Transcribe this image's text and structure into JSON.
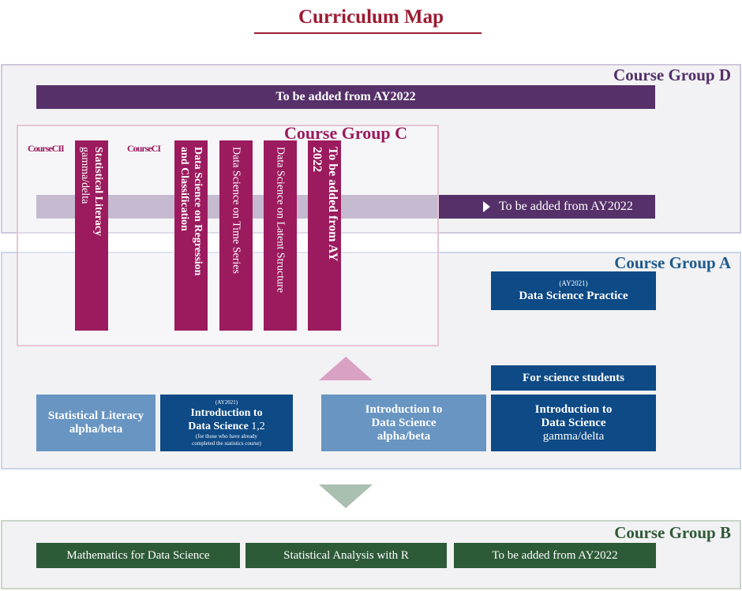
{
  "title": "Curriculum Map",
  "groups": {
    "d": {
      "label": "Course Group D",
      "bar_top": "To be added from AY2022",
      "bar_bottom": "To be added from AY2022"
    },
    "c": {
      "label": "Course Group C",
      "tag_c2": "CourseCII",
      "tag_c1": "CourseCI",
      "columns": [
        {
          "line1": "Statistical Literacy",
          "line2": "gamma/delta"
        },
        {
          "line1": "Data Science on Regression",
          "line2": "and Classification"
        },
        {
          "line1": "Data Science on Time Series"
        },
        {
          "line1": "Data Science on Latent Structure"
        },
        {
          "line1": "To be added from AY",
          "line2": "2022"
        }
      ]
    },
    "a": {
      "label": "Course Group A",
      "practice": {
        "year": "(AY2021)",
        "name": "Data Science Practice"
      },
      "science_students": "For science students",
      "intro_gamma_delta": {
        "line1": "Introduction to",
        "line2": "Data Science",
        "line3": "gamma/delta"
      },
      "statistical_literacy": {
        "line1": "Statistical Literacy",
        "line2": "alpha/beta"
      },
      "intro_12": {
        "year": "(AY2021)",
        "line1": "Introduction to",
        "line2": "Data Science",
        "num": "1,2",
        "note1": "(for those who have already",
        "note2": "completed the statistics course)"
      },
      "intro_alpha_beta": {
        "line1": "Introduction to",
        "line2": "Data Science",
        "line3": "alpha/beta"
      }
    },
    "b": {
      "label": "Course Group B",
      "courses": [
        "Mathematics for Data Science",
        "Statistical Analysis with R",
        "To be added from AY2022"
      ]
    }
  },
  "colors": {
    "title": "#9b1b30",
    "group_d": "#563069",
    "group_c": "#9b1b5e",
    "group_a": "#0d4a86",
    "group_a_light": "#6995c2",
    "group_b": "#2d5a37"
  }
}
